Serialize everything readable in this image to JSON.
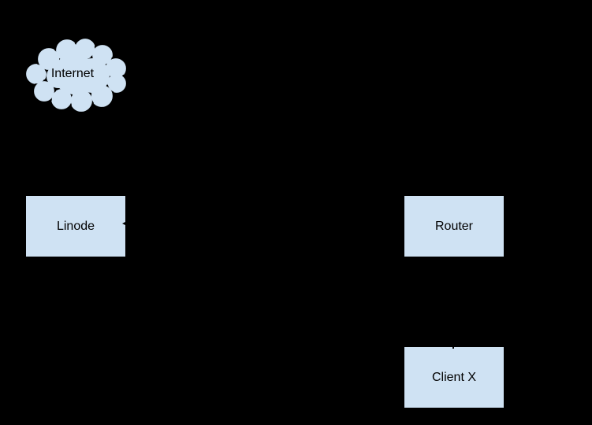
{
  "diagram": {
    "colors": {
      "background": "#000000",
      "node_fill": "#cfe2f3",
      "node_stroke": "#000000",
      "label_text": "#000000"
    },
    "nodes": {
      "internet": {
        "label": "Internet",
        "shape": "cloud"
      },
      "linode": {
        "label": "Linode",
        "shape": "rectangle"
      },
      "router": {
        "label": "Router",
        "shape": "rectangle"
      },
      "client_x": {
        "label": "Client X",
        "shape": "rectangle"
      }
    }
  }
}
